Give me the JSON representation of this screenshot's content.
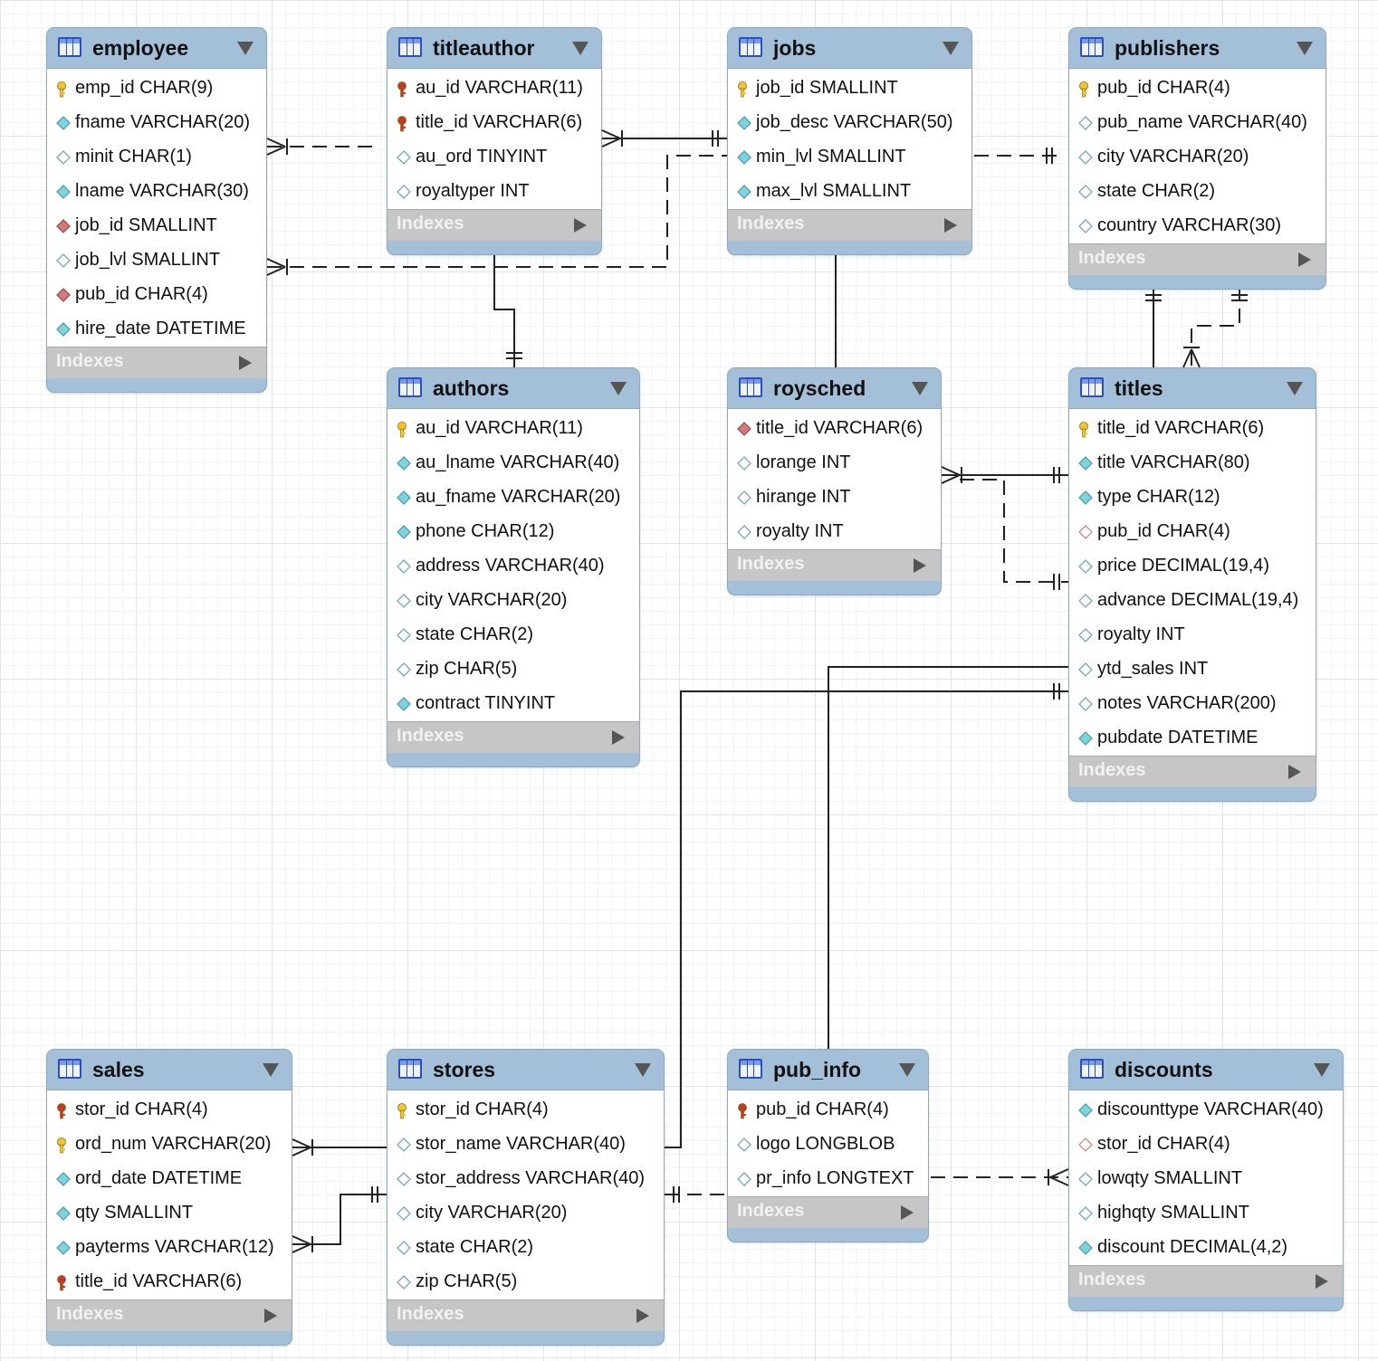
{
  "indexes_label": "Indexes",
  "icons": {
    "pk": "primary-key-icon",
    "pkfk": "primary-foreign-key-icon",
    "notnull": "not-null-column-icon",
    "nullable": "nullable-column-icon",
    "fk": "foreign-key-icon",
    "fknull": "nullable-foreign-key-icon"
  },
  "colors": {
    "header": "#a3c0d8",
    "indexes_bar": "#c6c6c6",
    "key_gold": "#f4c430",
    "key_red": "#c0392b",
    "diamond_cyan": "#7fd3df",
    "diamond_red": "#d47a7a",
    "line": "#222222"
  },
  "entities": [
    {
      "id": "employee",
      "name": "employee",
      "columns": [
        {
          "icon": "pk",
          "text": "emp_id CHAR(9)"
        },
        {
          "icon": "notnull",
          "text": "fname VARCHAR(20)"
        },
        {
          "icon": "nullable",
          "text": "minit CHAR(1)"
        },
        {
          "icon": "notnull",
          "text": "lname VARCHAR(30)"
        },
        {
          "icon": "fk",
          "text": "job_id SMALLINT"
        },
        {
          "icon": "nullable",
          "text": "job_lvl SMALLINT"
        },
        {
          "icon": "fk",
          "text": "pub_id CHAR(4)"
        },
        {
          "icon": "notnull",
          "text": "hire_date DATETIME"
        }
      ]
    },
    {
      "id": "titleauthor",
      "name": "titleauthor",
      "columns": [
        {
          "icon": "pkfk",
          "text": "au_id VARCHAR(11)"
        },
        {
          "icon": "pkfk",
          "text": "title_id VARCHAR(6)"
        },
        {
          "icon": "nullable",
          "text": "au_ord TINYINT"
        },
        {
          "icon": "nullable",
          "text": "royaltyper INT"
        }
      ]
    },
    {
      "id": "jobs",
      "name": "jobs",
      "columns": [
        {
          "icon": "pk",
          "text": "job_id SMALLINT"
        },
        {
          "icon": "notnull",
          "text": "job_desc VARCHAR(50)"
        },
        {
          "icon": "notnull",
          "text": "min_lvl SMALLINT"
        },
        {
          "icon": "notnull",
          "text": "max_lvl SMALLINT"
        }
      ]
    },
    {
      "id": "publishers",
      "name": "publishers",
      "columns": [
        {
          "icon": "pk",
          "text": "pub_id CHAR(4)"
        },
        {
          "icon": "nullable",
          "text": "pub_name VARCHAR(40)"
        },
        {
          "icon": "nullable",
          "text": "city VARCHAR(20)"
        },
        {
          "icon": "nullable",
          "text": "state CHAR(2)"
        },
        {
          "icon": "nullable",
          "text": "country VARCHAR(30)"
        }
      ]
    },
    {
      "id": "authors",
      "name": "authors",
      "columns": [
        {
          "icon": "pk",
          "text": "au_id VARCHAR(11)"
        },
        {
          "icon": "notnull",
          "text": "au_lname VARCHAR(40)"
        },
        {
          "icon": "notnull",
          "text": "au_fname VARCHAR(20)"
        },
        {
          "icon": "notnull",
          "text": "phone CHAR(12)"
        },
        {
          "icon": "nullable",
          "text": "address VARCHAR(40)"
        },
        {
          "icon": "nullable",
          "text": "city VARCHAR(20)"
        },
        {
          "icon": "nullable",
          "text": "state CHAR(2)"
        },
        {
          "icon": "nullable",
          "text": "zip CHAR(5)"
        },
        {
          "icon": "notnull",
          "text": "contract TINYINT"
        }
      ]
    },
    {
      "id": "roysched",
      "name": "roysched",
      "columns": [
        {
          "icon": "fk",
          "text": "title_id VARCHAR(6)"
        },
        {
          "icon": "nullable",
          "text": "lorange INT"
        },
        {
          "icon": "nullable",
          "text": "hirange INT"
        },
        {
          "icon": "nullable",
          "text": "royalty INT"
        }
      ]
    },
    {
      "id": "titles",
      "name": "titles",
      "columns": [
        {
          "icon": "pk",
          "text": "title_id VARCHAR(6)"
        },
        {
          "icon": "notnull",
          "text": "title VARCHAR(80)"
        },
        {
          "icon": "notnull",
          "text": "type CHAR(12)"
        },
        {
          "icon": "fknull",
          "text": "pub_id CHAR(4)"
        },
        {
          "icon": "nullable",
          "text": "price DECIMAL(19,4)"
        },
        {
          "icon": "nullable",
          "text": "advance DECIMAL(19,4)"
        },
        {
          "icon": "nullable",
          "text": "royalty INT"
        },
        {
          "icon": "nullable",
          "text": "ytd_sales INT"
        },
        {
          "icon": "nullable",
          "text": "notes VARCHAR(200)"
        },
        {
          "icon": "notnull",
          "text": "pubdate DATETIME"
        }
      ]
    },
    {
      "id": "sales",
      "name": "sales",
      "columns": [
        {
          "icon": "pkfk",
          "text": "stor_id CHAR(4)"
        },
        {
          "icon": "pk",
          "text": "ord_num VARCHAR(20)"
        },
        {
          "icon": "notnull",
          "text": "ord_date DATETIME"
        },
        {
          "icon": "notnull",
          "text": "qty SMALLINT"
        },
        {
          "icon": "notnull",
          "text": "payterms VARCHAR(12)"
        },
        {
          "icon": "pkfk",
          "text": "title_id VARCHAR(6)"
        }
      ]
    },
    {
      "id": "stores",
      "name": "stores",
      "columns": [
        {
          "icon": "pk",
          "text": "stor_id CHAR(4)"
        },
        {
          "icon": "nullable",
          "text": "stor_name VARCHAR(40)"
        },
        {
          "icon": "nullable",
          "text": "stor_address VARCHAR(40)"
        },
        {
          "icon": "nullable",
          "text": "city VARCHAR(20)"
        },
        {
          "icon": "nullable",
          "text": "state CHAR(2)"
        },
        {
          "icon": "nullable",
          "text": "zip CHAR(5)"
        }
      ]
    },
    {
      "id": "pub_info",
      "name": "pub_info",
      "columns": [
        {
          "icon": "pkfk",
          "text": "pub_id CHAR(4)"
        },
        {
          "icon": "nullable",
          "text": "logo LONGBLOB"
        },
        {
          "icon": "nullable",
          "text": "pr_info LONGTEXT"
        }
      ]
    },
    {
      "id": "discounts",
      "name": "discounts",
      "columns": [
        {
          "icon": "notnull",
          "text": "discounttype VARCHAR(40)"
        },
        {
          "icon": "fknull",
          "text": "stor_id CHAR(4)"
        },
        {
          "icon": "nullable",
          "text": "lowqty SMALLINT"
        },
        {
          "icon": "nullable",
          "text": "highqty SMALLINT"
        },
        {
          "icon": "notnull",
          "text": "discount DECIMAL(4,2)"
        }
      ]
    }
  ],
  "relationships": [
    {
      "id": "employee-titleauthor",
      "style": "identifying-dashed",
      "from": "employee",
      "to": "titleauthor"
    },
    {
      "id": "titleauthor-jobs",
      "style": "identifying",
      "from": "titleauthor",
      "to": "jobs"
    },
    {
      "id": "employee-jobs",
      "style": "non-identifying",
      "from": "employee",
      "to": "jobs"
    },
    {
      "id": "jobs-publishers",
      "style": "non-identifying",
      "from": "jobs",
      "to": "publishers"
    },
    {
      "id": "titleauthor-authors",
      "style": "identifying",
      "from": "titleauthor",
      "to": "authors"
    },
    {
      "id": "jobs-roysched",
      "style": "identifying",
      "from": "jobs",
      "to": "roysched"
    },
    {
      "id": "publishers-titles",
      "style": "identifying",
      "from": "publishers",
      "to": "titles"
    },
    {
      "id": "publishers-titles-2",
      "style": "non-identifying",
      "from": "publishers",
      "to": "titles"
    },
    {
      "id": "roysched-titles",
      "style": "identifying",
      "from": "roysched",
      "to": "titles"
    },
    {
      "id": "roysched-titles-2",
      "style": "non-identifying",
      "from": "roysched",
      "to": "titles"
    },
    {
      "id": "titles-pub_info",
      "style": "identifying",
      "from": "titles",
      "to": "pub_info"
    },
    {
      "id": "titles-stores",
      "style": "identifying",
      "from": "titles",
      "to": "stores"
    },
    {
      "id": "sales-stores",
      "style": "identifying",
      "from": "sales",
      "to": "stores"
    },
    {
      "id": "sales-stores-2",
      "style": "identifying",
      "from": "sales",
      "to": "stores"
    },
    {
      "id": "stores-pub_info",
      "style": "non-identifying",
      "from": "stores",
      "to": "pub_info"
    },
    {
      "id": "pub_info-discounts",
      "style": "non-identifying",
      "from": "pub_info",
      "to": "discounts"
    }
  ]
}
